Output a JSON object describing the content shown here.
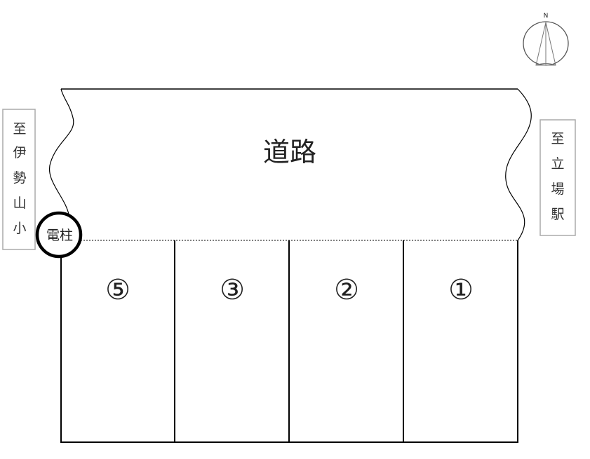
{
  "compass": {
    "north_label": "N",
    "icon": "north-arrow-icon"
  },
  "road": {
    "label": "道路"
  },
  "direction_left": {
    "chars": [
      "至",
      "伊",
      "勢",
      "山",
      "小"
    ]
  },
  "direction_right": {
    "chars": [
      "至",
      "立",
      "場",
      "駅"
    ]
  },
  "utility_pole": {
    "label": "電柱"
  },
  "lots": [
    {
      "number": "⑤"
    },
    {
      "number": "③"
    },
    {
      "number": "②"
    },
    {
      "number": "①"
    }
  ]
}
